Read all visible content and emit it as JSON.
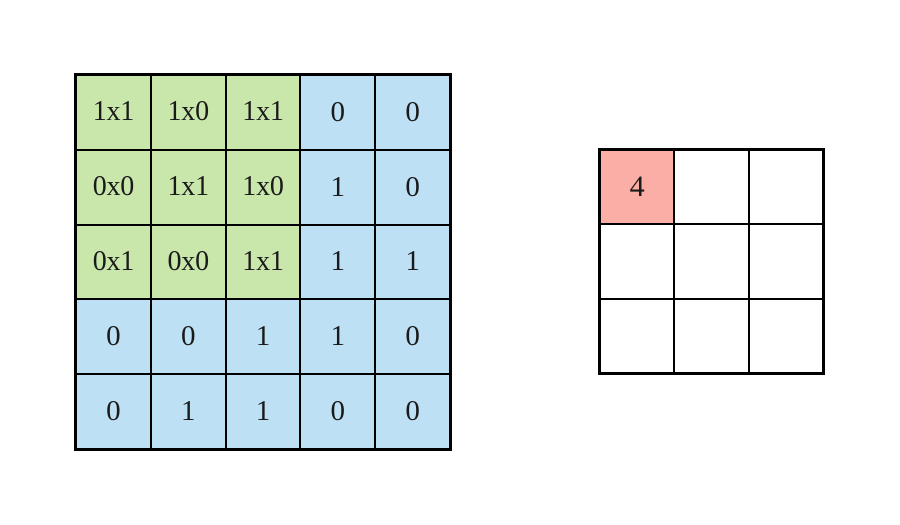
{
  "figure": {
    "type": "convolution-diagram",
    "background_color": "#ffffff",
    "text_color": "#1a1a1a",
    "border_color": "#000000"
  },
  "palette": {
    "kernel_overlap_green": "#c9e7ab",
    "input_blue": "#bde0f5",
    "output_highlight_pink": "#fbaea6",
    "output_empty_white": "#ffffff"
  },
  "input_matrix": {
    "name": "input-feature-map",
    "rows": 5,
    "cols": 5,
    "cells": [
      [
        {
          "text": "1x1",
          "fill": "green"
        },
        {
          "text": "1x0",
          "fill": "green"
        },
        {
          "text": "1x1",
          "fill": "green"
        },
        {
          "text": "0",
          "fill": "blue"
        },
        {
          "text": "0",
          "fill": "blue"
        }
      ],
      [
        {
          "text": "0x0",
          "fill": "green"
        },
        {
          "text": "1x1",
          "fill": "green"
        },
        {
          "text": "1x0",
          "fill": "green"
        },
        {
          "text": "1",
          "fill": "blue"
        },
        {
          "text": "0",
          "fill": "blue"
        }
      ],
      [
        {
          "text": "0x1",
          "fill": "green"
        },
        {
          "text": "0x0",
          "fill": "green"
        },
        {
          "text": "1x1",
          "fill": "green"
        },
        {
          "text": "1",
          "fill": "blue"
        },
        {
          "text": "1",
          "fill": "blue"
        }
      ],
      [
        {
          "text": "0",
          "fill": "blue"
        },
        {
          "text": "0",
          "fill": "blue"
        },
        {
          "text": "1",
          "fill": "blue"
        },
        {
          "text": "1",
          "fill": "blue"
        },
        {
          "text": "0",
          "fill": "blue"
        }
      ],
      [
        {
          "text": "0",
          "fill": "blue"
        },
        {
          "text": "1",
          "fill": "blue"
        },
        {
          "text": "1",
          "fill": "blue"
        },
        {
          "text": "0",
          "fill": "blue"
        },
        {
          "text": "0",
          "fill": "blue"
        }
      ]
    ]
  },
  "output_matrix": {
    "name": "output-feature-map",
    "rows": 3,
    "cols": 3,
    "cells": [
      [
        {
          "text": "4",
          "fill": "pink"
        },
        {
          "text": "",
          "fill": "white"
        },
        {
          "text": "",
          "fill": "white"
        }
      ],
      [
        {
          "text": "",
          "fill": "white"
        },
        {
          "text": "",
          "fill": "white"
        },
        {
          "text": "",
          "fill": "white"
        }
      ],
      [
        {
          "text": "",
          "fill": "white"
        },
        {
          "text": "",
          "fill": "white"
        },
        {
          "text": "",
          "fill": "white"
        }
      ]
    ]
  }
}
